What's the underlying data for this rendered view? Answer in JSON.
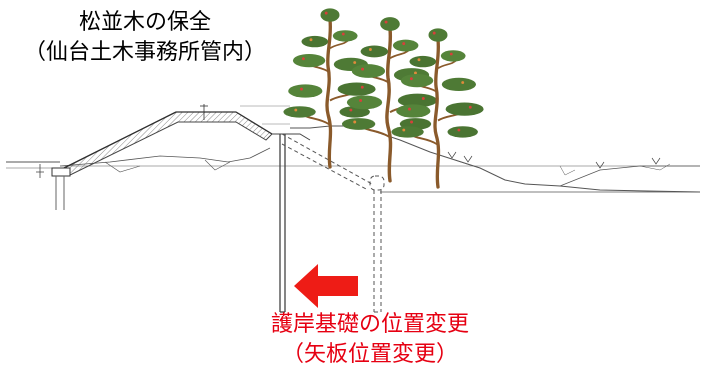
{
  "title": {
    "line1": "松並木の保全",
    "line2": "（仙台土木事務所管内）"
  },
  "caption": {
    "line1": "護岸基礎の位置変更",
    "line2": "（矢板位置変更）"
  },
  "colors": {
    "arrow": "#ee1c16",
    "caption_text": "#e60012",
    "drawing_line": "#444444",
    "foliage": "#4e7a35",
    "trunk": "#8a5a2b",
    "blossom": "#d8403a"
  },
  "icons": {
    "pine_trees": "pine-tree-icon",
    "direction_arrow": "left-arrow-icon"
  }
}
